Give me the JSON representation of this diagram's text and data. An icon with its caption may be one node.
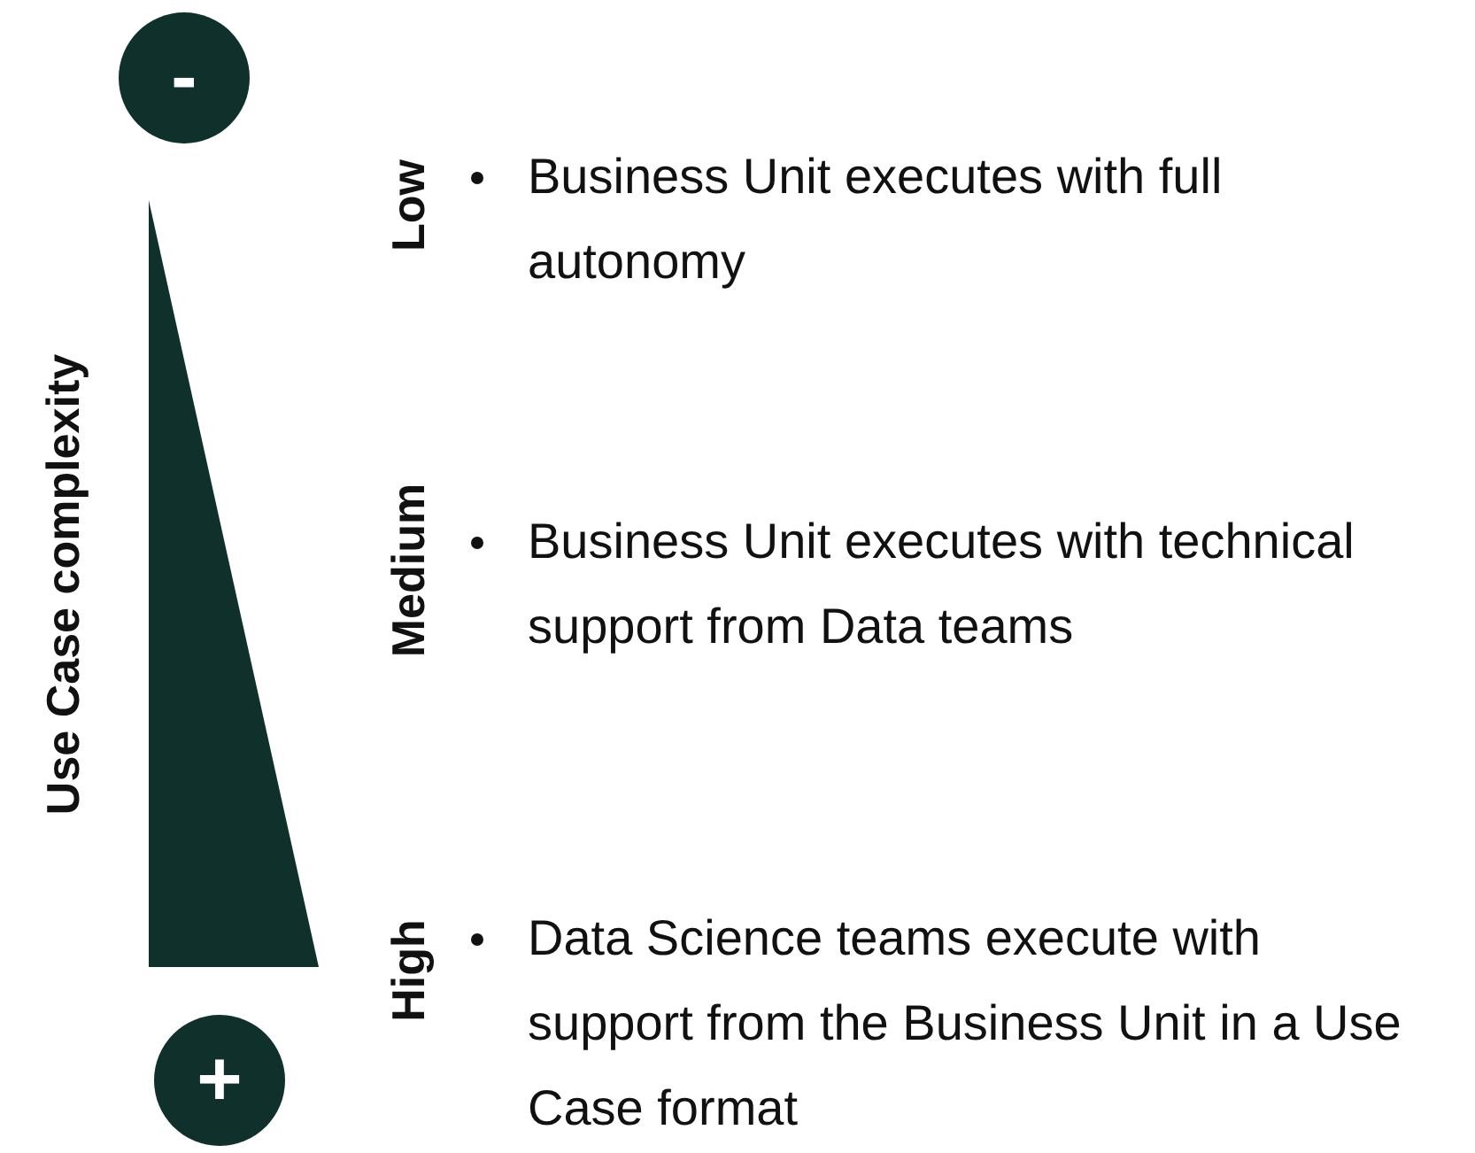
{
  "diagram": {
    "nodes": [
      {
        "text": [
          "-"
        ]
      },
      {
        "text": [
          "+"
        ]
      }
    ],
    "edges": [],
    "labels": [
      "Use Case complexity",
      "Low",
      "Business Unit executes with full autonomy",
      "Medium",
      "Business Unit executes with technical support from Data teams",
      "High",
      "Data Science teams execute with support from the Business Unit in a Use Case format"
    ]
  }
}
